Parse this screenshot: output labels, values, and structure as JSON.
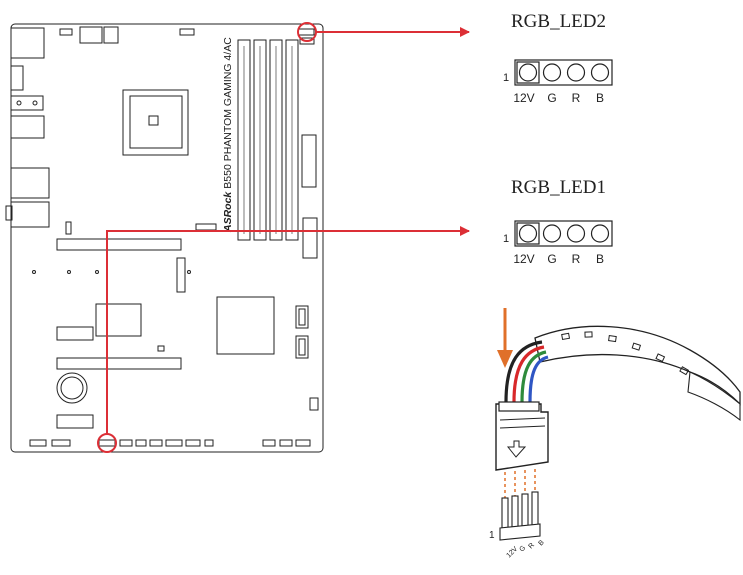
{
  "connectors": [
    {
      "title": "RGB_LED2",
      "pin_one_label": "1",
      "pins": [
        "12V",
        "G",
        "R",
        "B"
      ]
    },
    {
      "title": "RGB_LED1",
      "pin_one_label": "1",
      "pins": [
        "12V",
        "G",
        "R",
        "B"
      ]
    }
  ],
  "board_model": "B550 PHANTOM GAMING 4/AC",
  "board_brand": "ASRock",
  "header_detail": {
    "pin_one_label": "1",
    "pins": [
      "12V",
      "G",
      "R",
      "B"
    ]
  },
  "colors": {
    "callout_red": "#dc2f36",
    "arrow_orange": "#e0702a",
    "wire_red": "#d8282a",
    "wire_green": "#2e8b3c",
    "wire_blue": "#2f56c4",
    "wire_black": "#222222"
  }
}
